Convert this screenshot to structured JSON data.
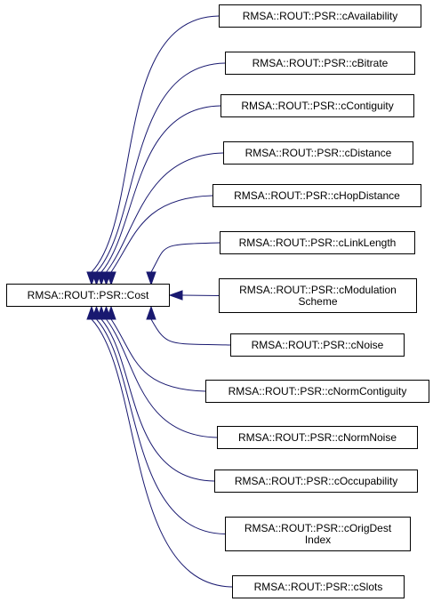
{
  "diagram": {
    "base": {
      "id": "cost",
      "label": "RMSA::ROUT::PSR::Cost"
    },
    "derived": [
      {
        "id": "cavailability",
        "lines": [
          "RMSA::ROUT::PSR::cAvailability"
        ]
      },
      {
        "id": "cbitrate",
        "lines": [
          "RMSA::ROUT::PSR::cBitrate"
        ]
      },
      {
        "id": "ccontiguity",
        "lines": [
          "RMSA::ROUT::PSR::cContiguity"
        ]
      },
      {
        "id": "cdistance",
        "lines": [
          "RMSA::ROUT::PSR::cDistance"
        ]
      },
      {
        "id": "chopdistance",
        "lines": [
          "RMSA::ROUT::PSR::cHopDistance"
        ]
      },
      {
        "id": "clinklength",
        "lines": [
          "RMSA::ROUT::PSR::cLinkLength"
        ]
      },
      {
        "id": "cmodulationscheme",
        "lines": [
          "RMSA::ROUT::PSR::cModulation",
          "Scheme"
        ]
      },
      {
        "id": "cnoise",
        "lines": [
          "RMSA::ROUT::PSR::cNoise"
        ]
      },
      {
        "id": "cnormcontiguity",
        "lines": [
          "RMSA::ROUT::PSR::cNormContiguity"
        ]
      },
      {
        "id": "cnormnoise",
        "lines": [
          "RMSA::ROUT::PSR::cNormNoise"
        ]
      },
      {
        "id": "coccupability",
        "lines": [
          "RMSA::ROUT::PSR::cOccupability"
        ]
      },
      {
        "id": "corigdestindex",
        "lines": [
          "RMSA::ROUT::PSR::cOrigDest",
          "Index"
        ]
      },
      {
        "id": "cslots",
        "lines": [
          "RMSA::ROUT::PSR::cSlots"
        ]
      }
    ],
    "colors": {
      "edge": "#191970",
      "box_border": "#000000",
      "box_fill": "#ffffff",
      "text": "#000000"
    }
  }
}
